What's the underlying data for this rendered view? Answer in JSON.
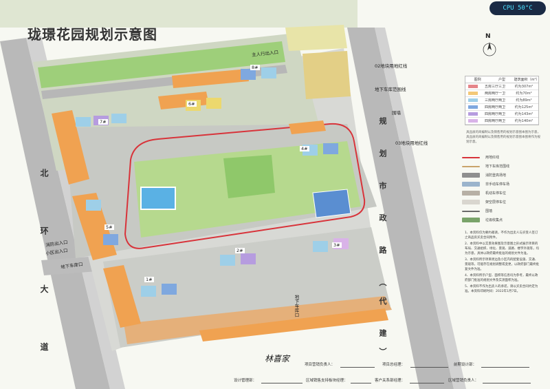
{
  "title": "珑璟花园规划示意图",
  "status": {
    "cpu": "CPU 50°C"
  },
  "compass": {
    "label": "N"
  },
  "map_labels": {
    "entrance_main": "主人行出入口",
    "underground_entrance_left": "地下车库口",
    "underground_entrance_bottom": "地下车库口",
    "fire_entrance": "消防出入口",
    "pedestrian_entrance": "小区出入口",
    "line_02_red": "02地块用地红线",
    "line_basement": "地下车库范围线",
    "line_wall": "围墙",
    "line_03_red": "03地块用地红线"
  },
  "roads": {
    "north_ring": "北 环 大 道",
    "planning_road": "规 划 市 政 路 （代 建）"
  },
  "buildings": [
    "1#",
    "2#",
    "3#",
    "4#",
    "5#",
    "6#",
    "7#",
    "8#"
  ],
  "legend": {
    "headers": [
      "图例",
      "户型",
      "建筑面积（m²）"
    ],
    "rows": [
      {
        "type": "五房三厅三卫",
        "area": "约为307m²",
        "color": "#e5858a"
      },
      {
        "type": "两房两厅一卫",
        "area": "约为70m²",
        "color": "#f3c878"
      },
      {
        "type": "三房两厅两卫",
        "area": "约为89m²",
        "color": "#9ecfe8"
      },
      {
        "type": "四房两厅两卫",
        "area": "约为125m²",
        "color": "#7fa8df"
      },
      {
        "type": "四房两厅两卫",
        "area": "约为143m²",
        "color": "#b69cdf"
      },
      {
        "type": "四房两厅两卫",
        "area": "约为140m²",
        "color": "#d9b3e8"
      }
    ],
    "note": "具品质的商编制以及销售用的规划示意图本图为示意，具品质的商编制以及销售用的规划示意图本图将作为规划示意。"
  },
  "key_items": [
    {
      "label": "用地红线",
      "color": "#d8333a"
    },
    {
      "label": "地下车库范围线",
      "color": "#c9a36a"
    },
    {
      "label": "消防登高场地",
      "color": "#8f8f8f"
    },
    {
      "label": "非手动车停车场",
      "color": "#9bb4cc"
    },
    {
      "label": "机动车停车位",
      "color": "#b7b0a5"
    },
    {
      "label": "架空层停车位",
      "color": "#d9d6cf"
    },
    {
      "label": "围墙",
      "color": "#6a6a6a"
    },
    {
      "label": "垃圾收集点",
      "color": "#79a36a"
    }
  ],
  "notes": [
    "1、本资料仅为要约邀请，不作为出卖人与买受人签订之商品房买卖合同附件。",
    "2、本资料中以实景效果图及示意图之形式展示项目的布局、交通组织、绿化、景观、道路、楼宇外观等，均为示意，具体以政府最终批准的规划文件为准。",
    "3、本资料所示项目周边及小区内的配套设施、交通、景观等，可能存在规划调整或变更，以政府部门最终批复文件为准。",
    "4、本资料所示户型、面积等信息均为参考，最终以政府部门批准的规划文件及实测面积为准。",
    "5、本资料不作为出卖人的承诺，请以买卖合同约定为准。本资料印刷时间：2022年1月7日。"
  ],
  "signoff": {
    "sales_lead": "项目营销负责人：",
    "project_manager": "项目总经理：",
    "design_lead": "前期设计部：",
    "design_manager": "设计管理部：",
    "regional_sales": "区域销售支持板块经理：",
    "customer_relations": "客户关系部经理：",
    "regional_head": "区域营销负责人：",
    "signature": "林喜家"
  }
}
